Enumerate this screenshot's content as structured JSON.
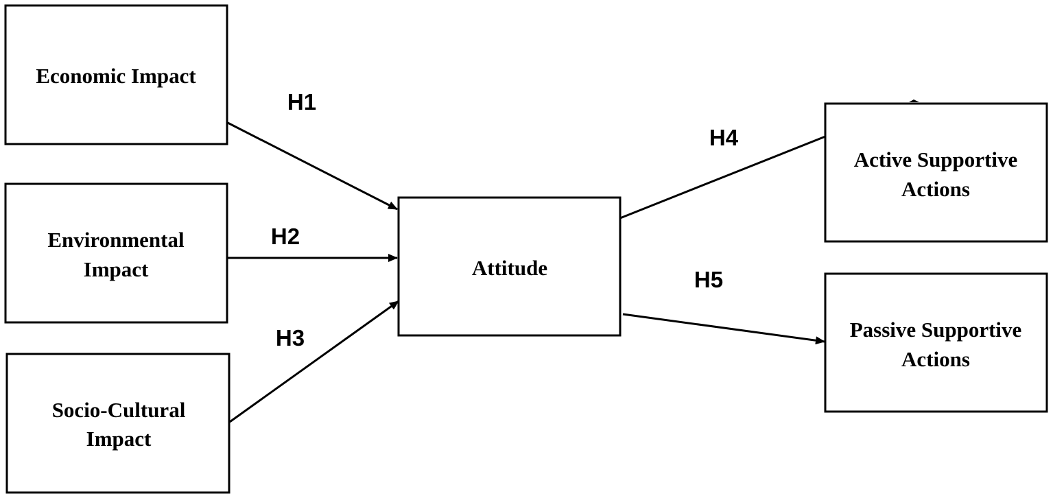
{
  "nodes": {
    "economic": {
      "line1": "Economic Impact",
      "line2": ""
    },
    "environmental": {
      "line1": "Environmental",
      "line2": "Impact"
    },
    "sociocultural": {
      "line1": "Socio-Cultural",
      "line2": "Impact",
      "text_color": "#1f3b6e"
    },
    "attitude": {
      "line1": "Attitude",
      "line2": ""
    },
    "active": {
      "line1": "Active Supportive",
      "line2": "Actions"
    },
    "passive": {
      "line1": "Passive Supportive",
      "line2": "Actions"
    }
  },
  "edges": {
    "h1": {
      "label": "H1",
      "from": "Economic Impact",
      "to": "Attitude"
    },
    "h2": {
      "label": "H2",
      "from": "Environmental Impact",
      "to": "Attitude"
    },
    "h3": {
      "label": "H3",
      "from": "Socio-Cultural Impact",
      "to": "Attitude"
    },
    "h4": {
      "label": "H4",
      "from": "Attitude",
      "to": "Active Supportive Actions"
    },
    "h5": {
      "label": "H5",
      "from": "Attitude",
      "to": "Passive Supportive Actions"
    }
  }
}
